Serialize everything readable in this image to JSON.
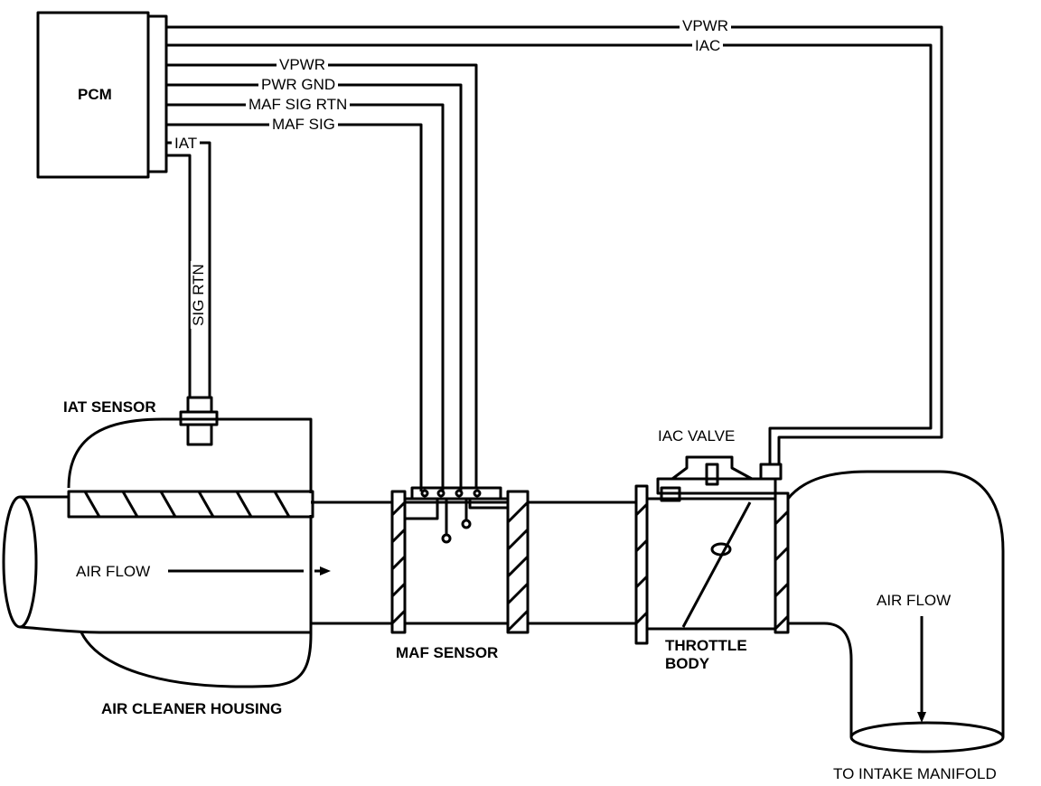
{
  "pcm": {
    "label": "PCM"
  },
  "wires": {
    "vpwr_top": "VPWR",
    "iac": "IAC",
    "vpwr_maf": "VPWR",
    "pwr_gnd": "PWR GND",
    "maf_sig_rtn": "MAF SIG RTN",
    "maf_sig": "MAF SIG",
    "iat": "IAT",
    "sig_rtn": "SIG RTN"
  },
  "components": {
    "iat_sensor": "IAT SENSOR",
    "maf_sensor": "MAF SENSOR",
    "throttle_body_1": "THROTTLE",
    "throttle_body_2": "BODY",
    "iac_valve": "IAC VALVE",
    "air_cleaner": "AIR CLEANER HOUSING"
  },
  "flow": {
    "air_flow_left": "AIR FLOW",
    "air_flow_right": "AIR FLOW",
    "to_intake": "TO INTAKE MANIFOLD"
  }
}
